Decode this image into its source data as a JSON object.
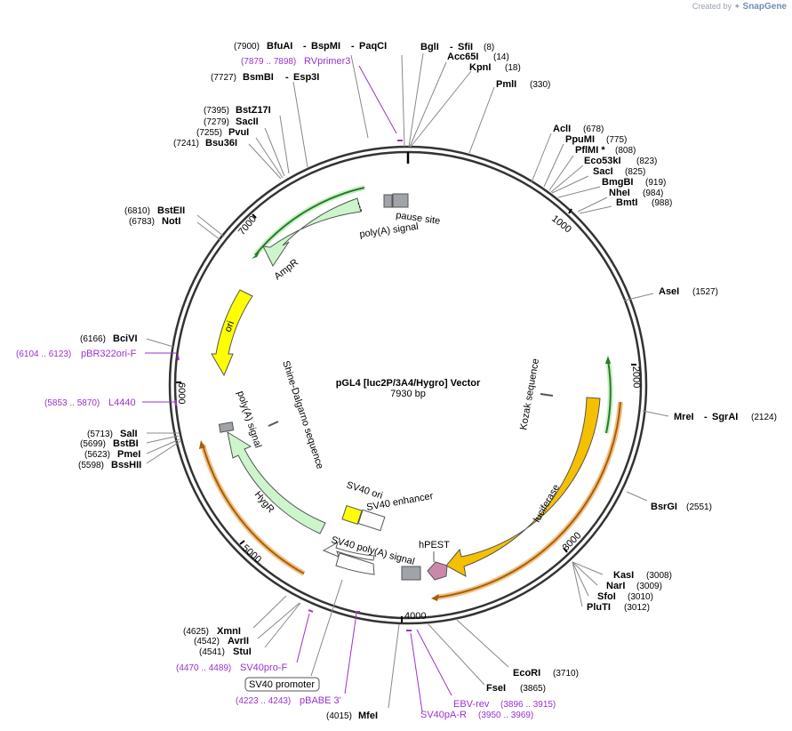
{
  "credit": {
    "prefix": "Created by",
    "brand": "SnapGene"
  },
  "title": "pGL4 [luc2P/3A4/Hygro] Vector",
  "length": "7930 bp",
  "ticks": [
    "1000",
    "2000",
    "3000",
    "4000",
    "5000",
    "6000",
    "7000"
  ],
  "sites": [
    {
      "name": "BfuAI",
      "pos": "(7900)"
    },
    {
      "name": "BspMI",
      "pos": ""
    },
    {
      "name": "PaqCI",
      "pos": ""
    },
    {
      "name": "BglI",
      "pos": ""
    },
    {
      "name": "SfiI",
      "pos": "(8)"
    },
    {
      "name": "Acc65I",
      "pos": "(14)"
    },
    {
      "name": "KpnI",
      "pos": "(18)"
    },
    {
      "name": "PmlI",
      "pos": "(330)"
    },
    {
      "name": "BsmBI",
      "pos": "(7727)"
    },
    {
      "name": "Esp3I",
      "pos": ""
    },
    {
      "name": "BstZ17I",
      "pos": "(7395)"
    },
    {
      "name": "SacII",
      "pos": "(7279)"
    },
    {
      "name": "PvuI",
      "pos": "(7255)"
    },
    {
      "name": "Bsu36I",
      "pos": "(7241)"
    },
    {
      "name": "AclI",
      "pos": "(678)"
    },
    {
      "name": "PpuMI",
      "pos": "(775)"
    },
    {
      "name": "PflMI *",
      "pos": "(808)"
    },
    {
      "name": "Eco53kI",
      "pos": "(823)"
    },
    {
      "name": "SacI",
      "pos": "(825)"
    },
    {
      "name": "BmgBI",
      "pos": "(919)"
    },
    {
      "name": "NheI",
      "pos": "(984)"
    },
    {
      "name": "BmtI",
      "pos": "(988)"
    },
    {
      "name": "BstEII",
      "pos": "(6810)"
    },
    {
      "name": "NotI",
      "pos": "(6783)"
    },
    {
      "name": "AseI",
      "pos": "(1527)"
    },
    {
      "name": "BciVI",
      "pos": "(6166)"
    },
    {
      "name": "MreI",
      "pos": ""
    },
    {
      "name": "SgrAI",
      "pos": "(2124)"
    },
    {
      "name": "SalI",
      "pos": "(5713)"
    },
    {
      "name": "BstBI",
      "pos": "(5699)"
    },
    {
      "name": "PmeI",
      "pos": "(5623)"
    },
    {
      "name": "BssHII",
      "pos": "(5598)"
    },
    {
      "name": "BsrGI",
      "pos": "(2551)"
    },
    {
      "name": "KasI",
      "pos": "(3008)"
    },
    {
      "name": "NarI",
      "pos": "(3009)"
    },
    {
      "name": "SfoI",
      "pos": "(3010)"
    },
    {
      "name": "PluTI",
      "pos": "(3012)"
    },
    {
      "name": "XmnI",
      "pos": "(4625)"
    },
    {
      "name": "AvrII",
      "pos": "(4542)"
    },
    {
      "name": "StuI",
      "pos": "(4541)"
    },
    {
      "name": "EcoRI",
      "pos": "(3710)"
    },
    {
      "name": "FseI",
      "pos": "(3865)"
    },
    {
      "name": "MfeI",
      "pos": "(4015)"
    }
  ],
  "primers": [
    {
      "name": "RVprimer3",
      "pos": "(7879 .. 7898)"
    },
    {
      "name": "pBR322ori-F",
      "pos": "(6104 .. 6123)"
    },
    {
      "name": "L4440",
      "pos": "(5853 .. 5870)"
    },
    {
      "name": "SV40pro-F",
      "pos": "(4470 .. 4489)"
    },
    {
      "name": "pBABE 3'",
      "pos": "(4223 .. 4243)"
    },
    {
      "name": "EBV-rev",
      "pos": "(3896 .. 3915)"
    },
    {
      "name": "SV40pA-R",
      "pos": "(3950 .. 3969)"
    }
  ],
  "boxed_label": "SV40 promoter",
  "features": [
    {
      "name": "pause site"
    },
    {
      "name": "poly(A) signal"
    },
    {
      "name": "AmpR"
    },
    {
      "name": "ori"
    },
    {
      "name": "Shine-Dalgarno sequence"
    },
    {
      "name": "poly(A) signal"
    },
    {
      "name": "HygR"
    },
    {
      "name": "SV40 ori"
    },
    {
      "name": "SV40 enhancer"
    },
    {
      "name": "SV40 poly(A) signal"
    },
    {
      "name": "hPEST"
    },
    {
      "name": "luciferase"
    },
    {
      "name": "Kozak sequence"
    }
  ],
  "colors": {
    "backbone": "#333333",
    "ampr": "#ccf5cc",
    "ampr_stroke": "#3a8a3a",
    "ori": "#ffff00",
    "luciferase": "#f5c000",
    "hygr": "#ccf5cc",
    "hpest": "#cc88aa",
    "primer": "#9a32cd",
    "orf_line": "#2a7a2a",
    "orf_glow": "#c8f0c8",
    "orange_arc": "#a06010",
    "orange_glow": "#f5c080",
    "grey_feature": "#a0a4a8"
  }
}
